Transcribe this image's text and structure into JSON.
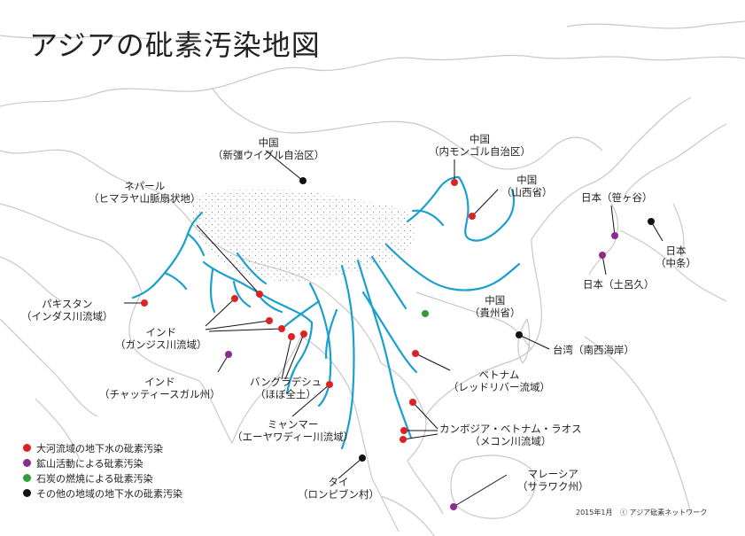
{
  "map": {
    "title": "アジアの砒素汚染地図",
    "colors": {
      "river_basin": "#dd2222",
      "mining": "#8a2c8a",
      "coal": "#2e9e3a",
      "other": "#111111",
      "river": "#1aa0cc",
      "border": "#c8c8c8"
    },
    "labels": {
      "xinjiang": [
        "中国",
        "（新彊ウイグル自治区）"
      ],
      "inner_mongolia": [
        "中国",
        "（内モンゴル自治区）"
      ],
      "shanxi": [
        "中国",
        "（山西省）"
      ],
      "sasagatani": [
        "日本（笹ヶ谷）"
      ],
      "nakajo": [
        "日本",
        "（中条）"
      ],
      "toroku": [
        "日本（土呂久）"
      ],
      "nepal": [
        "ネパール",
        "（ヒマラヤ山脈扇状地）"
      ],
      "pakistan": [
        "パキスタン",
        "（インダス川流域）"
      ],
      "india_ganges": [
        "インド",
        "（ガンジス川流域）"
      ],
      "guizhou": [
        "中国",
        "（貴州省）"
      ],
      "taiwan": [
        "台湾（南西海岸）"
      ],
      "india_chhattisgarh": [
        "インド",
        "（チャッティースガル州）"
      ],
      "bangladesh": [
        "バングラデシュ",
        "（ほぼ全土）"
      ],
      "vietnam_red": [
        "ベトナム",
        "（レッドリバー流域）"
      ],
      "mekong": [
        "カンボジア・ベトナム・ラオス",
        "（メコン川流域）"
      ],
      "myanmar": [
        "ミャンマー",
        "（エーヤワディー川流域）"
      ],
      "thailand": [
        "タイ",
        "（ロンピブン村）"
      ],
      "malaysia": [
        "マレーシア",
        "（サラワク州）"
      ]
    },
    "sites": [
      {
        "category": "river_basin",
        "region": "pakistan"
      },
      {
        "category": "river_basin",
        "region": "nepal"
      },
      {
        "category": "river_basin",
        "region": "india_ganges"
      },
      {
        "category": "river_basin",
        "region": "india_ganges"
      },
      {
        "category": "river_basin",
        "region": "india_ganges"
      },
      {
        "category": "river_basin",
        "region": "bangladesh"
      },
      {
        "category": "river_basin",
        "region": "bangladesh"
      },
      {
        "category": "river_basin",
        "region": "myanmar"
      },
      {
        "category": "river_basin",
        "region": "vietnam_red"
      },
      {
        "category": "river_basin",
        "region": "mekong"
      },
      {
        "category": "river_basin",
        "region": "mekong"
      },
      {
        "category": "river_basin",
        "region": "mekong"
      },
      {
        "category": "river_basin",
        "region": "inner_mongolia"
      },
      {
        "category": "river_basin",
        "region": "shanxi"
      },
      {
        "category": "mining",
        "region": "sasagatani"
      },
      {
        "category": "mining",
        "region": "toroku"
      },
      {
        "category": "mining",
        "region": "india_chhattisgarh"
      },
      {
        "category": "mining",
        "region": "malaysia"
      },
      {
        "category": "coal",
        "region": "guizhou"
      },
      {
        "category": "other",
        "region": "xinjiang"
      },
      {
        "category": "other",
        "region": "nakajo"
      },
      {
        "category": "other",
        "region": "taiwan"
      },
      {
        "category": "other",
        "region": "thailand"
      }
    ],
    "legend": [
      {
        "category": "river_basin",
        "label": "大河流域の地下水の砒素汚染"
      },
      {
        "category": "mining",
        "label": "鉱山活動による砒素汚染"
      },
      {
        "category": "coal",
        "label": "石炭の燃焼による砒素汚染"
      },
      {
        "category": "other",
        "label": "その他の地域の地下水の砒素汚染"
      }
    ],
    "footer": {
      "date": "2015年1月",
      "credit": "ⓒ アジア砒素ネットワーク"
    }
  }
}
